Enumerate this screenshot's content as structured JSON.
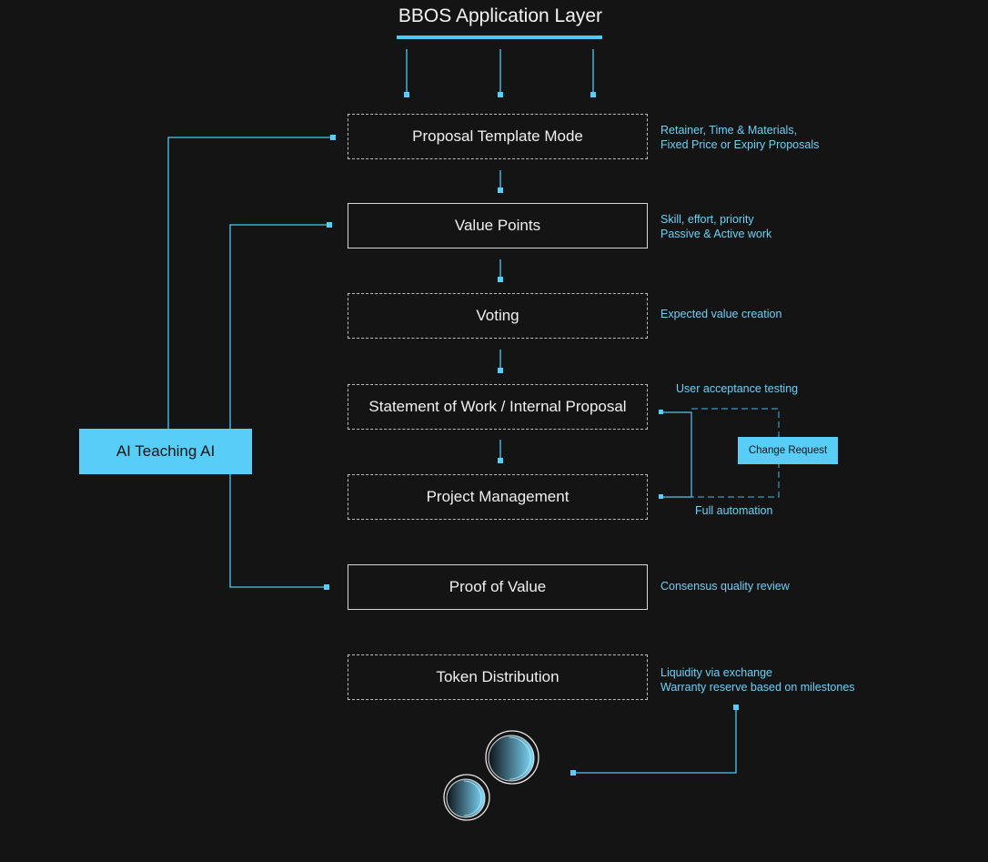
{
  "title": "BBOS Application Layer",
  "steps": [
    {
      "label": "Proposal Template Mode",
      "note_lines": [
        "Retainer, Time & Materials,",
        "Fixed Price or Expiry Proposals"
      ]
    },
    {
      "label": "Value Points",
      "note_lines": [
        "Skill, effort, priority",
        "Passive & Active work"
      ]
    },
    {
      "label": "Voting",
      "note_lines": [
        "Expected value creation"
      ]
    },
    {
      "label": "Statement of Work / Internal Proposal",
      "note_lines": []
    },
    {
      "label": "Project Management",
      "note_lines": []
    },
    {
      "label": "Proof of Value",
      "note_lines": [
        "Consensus quality review"
      ]
    },
    {
      "label": "Token Distribution",
      "note_lines": [
        "Liquidity via exchange",
        "Warranty reserve based on milestones"
      ]
    }
  ],
  "ai_box": {
    "label": "AI Teaching AI"
  },
  "change_loop": {
    "top_label": "User acceptance testing",
    "box_label": "Change Request",
    "bottom_label": "Full automation"
  },
  "colors": {
    "accent": "#57cdf8",
    "background": "#141414",
    "note_text": "#6fd0f7"
  },
  "icons": [
    "coin-icon",
    "coin-icon"
  ]
}
